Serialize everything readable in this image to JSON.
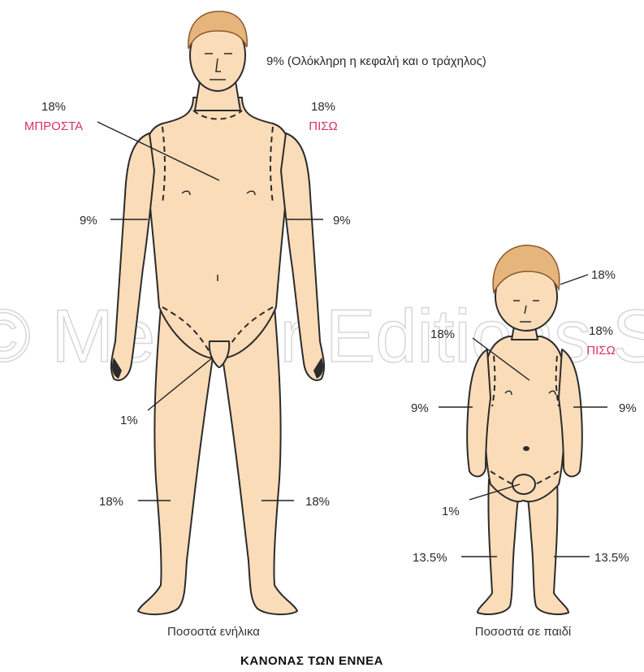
{
  "watermark": "© Mendor Editions S",
  "adult": {
    "head_label": "9% (Ολόκληρη η κεφαλή και ο τράχηλος)",
    "front_value": "18%",
    "front_word": "ΜΠΡΟΣΤΑ",
    "back_value": "18%",
    "back_word": "ΠΙΣΩ",
    "left_arm": "9%",
    "right_arm": "9%",
    "genital": "1%",
    "left_leg": "18%",
    "right_leg": "18%",
    "caption": "Ποσοστά ενήλικα"
  },
  "child": {
    "head": "18%",
    "front_value": "18%",
    "back_value": "18%",
    "back_word": "ΠΙΣΩ",
    "left_arm": "9%",
    "right_arm": "9%",
    "genital": "1%",
    "left_leg": "13.5%",
    "right_leg": "13.5%",
    "caption": "Ποσοστά σε παιδί"
  },
  "title": "ΚΑΝΟΝΑΣ ΤΩΝ ΕΝΝΕΑ",
  "colors": {
    "skin": "#fbdcb8",
    "hair": "#e6b57c",
    "accent": "#d8306b"
  }
}
